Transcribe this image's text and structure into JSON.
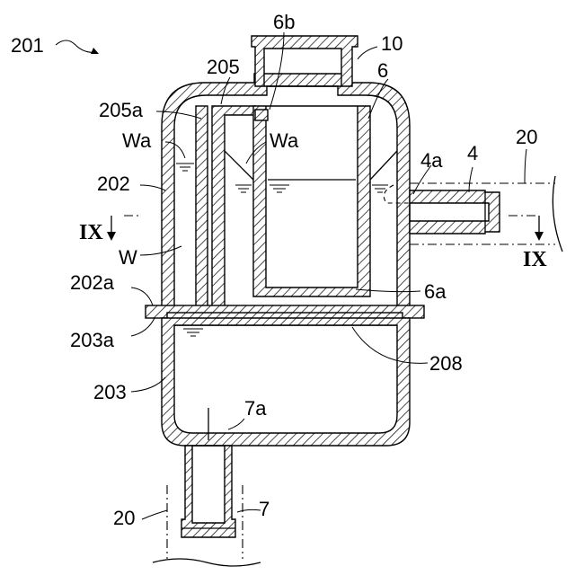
{
  "labels": {
    "tank": "201",
    "cap": "10",
    "baffle": "205",
    "baffle_gap": "6b",
    "partition_upper": "205a",
    "inner_tube": "6",
    "water_level_left": "Wa",
    "water_level_center": "Wa",
    "upper_case": "202",
    "inlet_opening": "4a",
    "inlet_pipe": "4",
    "hose_right": "20",
    "water": "W",
    "flange_upper": "202a",
    "tube_end": "6a",
    "flange_lower": "203a",
    "partition_plate": "208",
    "lower_case": "203",
    "outlet_opening": "7a",
    "hose_bottom": "20",
    "outlet_pipe": "7"
  },
  "section_marks": {
    "left": "IX",
    "right": "IX"
  },
  "colors": {
    "line": "#000000",
    "background": "#ffffff"
  }
}
